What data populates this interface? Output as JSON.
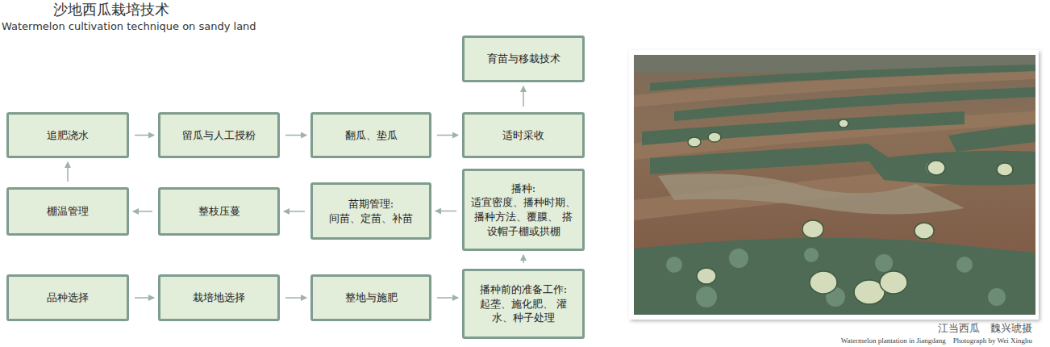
{
  "diagram": {
    "title": "沙地西瓜栽培技术",
    "caption": "江当西瓜　魏兴琥摄",
    "nodes": [
      {
        "text": [
          "育苗与移栽技术"
        ]
      },
      {
        "text": [
          "追肥浇水"
        ]
      },
      {
        "text": [
          "留瓜与人工授粉"
        ]
      },
      {
        "text": [
          "翻瓜、垫瓜"
        ]
      },
      {
        "text": [
          "适时采收"
        ]
      },
      {
        "text": [
          "棚温管理"
        ]
      },
      {
        "text": [
          "整枝压蔓"
        ]
      },
      {
        "text": [
          "苗期管理:",
          "间苗、定苗、补苗"
        ]
      },
      {
        "text": [
          "播种:",
          "适宜密度、播种时期、 播种方法、覆膜、 搭设帽子棚或拱棚"
        ]
      },
      {
        "text": [
          "品种选择"
        ]
      },
      {
        "text": [
          "栽培地选择"
        ]
      },
      {
        "text": [
          "整地与施肥"
        ]
      },
      {
        "text": [
          "播种前的准备工作:",
          "起垄、施化肥、 灌水、种子处理"
        ]
      }
    ],
    "edges": [
      {
        "from": 9,
        "to": 10,
        "arrow": "to"
      },
      {
        "from": 10,
        "to": 11,
        "arrow": "to"
      },
      {
        "from": 11,
        "to": 12,
        "arrow": "to"
      },
      {
        "from": 12,
        "to": 8,
        "arrow": "to"
      },
      {
        "from": 8,
        "to": 7,
        "arrow": "to"
      },
      {
        "from": 7,
        "to": 6,
        "arrow": "to"
      },
      {
        "from": 6,
        "to": 5,
        "arrow": "to"
      },
      {
        "from": 5,
        "to": 1,
        "arrow": "to"
      },
      {
        "from": 1,
        "to": 2,
        "arrow": "to"
      },
      {
        "from": 2,
        "to": 3,
        "arrow": "to"
      },
      {
        "from": 3,
        "to": 4,
        "arrow": "to"
      },
      {
        "from": 4,
        "to": 0,
        "arrow": "to"
      }
    ],
    "labels": [
      "Watermelon cultivation technique on sandy land",
      "Watermelon plantation in Jiangdang    Photograph by Wei Xinghu"
    ]
  }
}
